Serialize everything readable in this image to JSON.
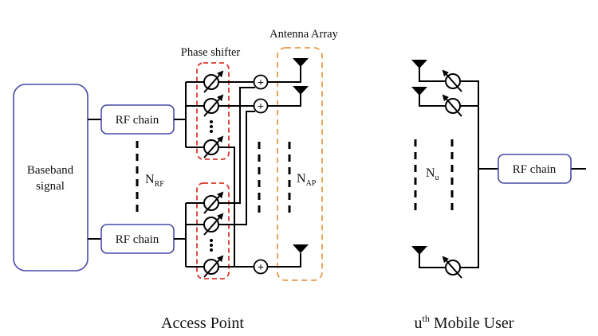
{
  "diagram": {
    "access_point": {
      "caption": "Access Point",
      "baseband": {
        "line1": "Baseband",
        "line2": "signal"
      },
      "rf_chain_labels": [
        "RF chain",
        "RF chain"
      ],
      "n_rf": {
        "base": "N",
        "sub": "RF"
      },
      "phase_shifter_title": "Phase shifter",
      "antenna_array_title": "Antenna Array",
      "n_ap": {
        "base": "N",
        "sub": "AP"
      },
      "adder_symbol": "+"
    },
    "mobile_user": {
      "caption_base": "u",
      "caption_sup": "th",
      "caption_rest": " Mobile User",
      "rf_chain_label": "RF chain",
      "n_u": {
        "base": "N",
        "sub": "u"
      }
    },
    "colors": {
      "box_border": "#4a4aa8",
      "phase_shifter_group": "#d9372a",
      "antenna_array_group": "#e89a4a",
      "wire": "#000000"
    }
  }
}
